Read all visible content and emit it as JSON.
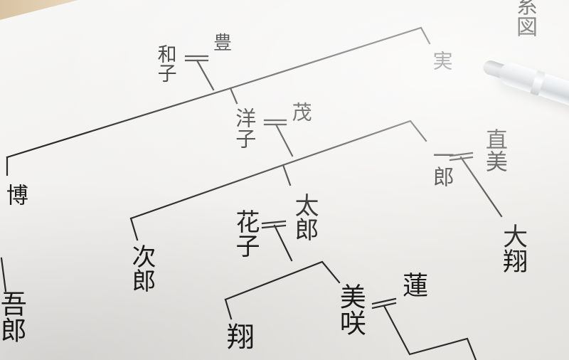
{
  "title": {
    "text": "系図",
    "visible_fragment": "系図"
  },
  "nodes": {
    "toyo": "豊",
    "kazuko": "和子",
    "minoru": "実",
    "shigeru": "茂",
    "yoko": "洋子",
    "naomi": "直美",
    "ichiro": "一郎",
    "hiroshi": "博",
    "taro": "太郎",
    "hanako": "花子",
    "jiro": "次郎",
    "hiroto": "大翔",
    "ren": "蓮",
    "misaki": "美咲",
    "shota": "翔",
    "goro": "吾郎"
  },
  "colors": {
    "paper": "#f3f2f0",
    "ink": "#1a1a1a",
    "line": "#2a2a2a",
    "desk": "#ead9bf"
  }
}
